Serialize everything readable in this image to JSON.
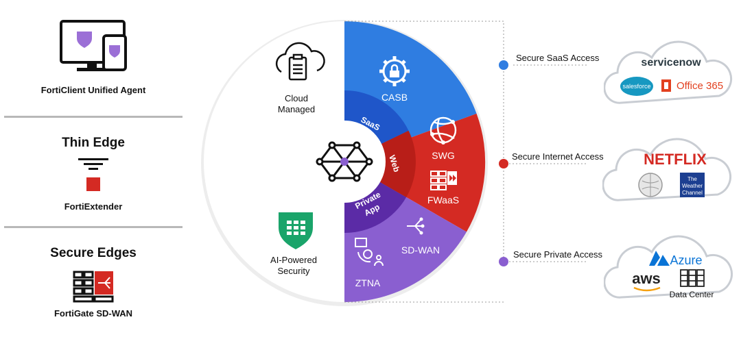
{
  "left_panel": {
    "forticlient_label": "FortiClient Unified Agent",
    "thin_edge_title": "Thin Edge",
    "fortiextender_label": "FortiExtender",
    "secure_edges_title": "Secure Edges",
    "fortigate_label": "FortiGate SD-WAN"
  },
  "center": {
    "cloud_managed": [
      "Cloud",
      "Managed"
    ],
    "ai_security": [
      "AI-Powered",
      "Security"
    ],
    "ring": {
      "saas": "SaaS",
      "web": "Web",
      "private_app": [
        "Private",
        "App"
      ]
    },
    "segments": {
      "casb": "CASB",
      "swg": "SWG",
      "fwaas": "FWaaS",
      "sdwan": "SD-WAN",
      "ztna": "ZTNA"
    }
  },
  "access": [
    {
      "label": "Secure SaaS Access",
      "color": "#2f7de1"
    },
    {
      "label": "Secure Internet Access",
      "color": "#d42a23"
    },
    {
      "label": "Secure Private Access",
      "color": "#8a5fd0"
    }
  ],
  "clouds": {
    "saas": {
      "servicenow": "servicenow",
      "salesforce": "salesforce",
      "office365": "Office 365"
    },
    "internet": {
      "netflix": "NETFLIX",
      "weather": [
        "The",
        "Weather",
        "Channel"
      ]
    },
    "private": {
      "azure": "Azure",
      "aws": "aws",
      "datacenter": "Data Center"
    }
  },
  "colors": {
    "blue": "#2f7de1",
    "red": "#d42a23",
    "purple": "#8a5fd0",
    "dark_blue": "#1f56c9",
    "dark_red": "#b81e18",
    "dark_purple": "#5b2ba6",
    "shield_purple": "#9b6fd6",
    "fortinet_red": "#d42a23",
    "green": "#1aa46a"
  }
}
